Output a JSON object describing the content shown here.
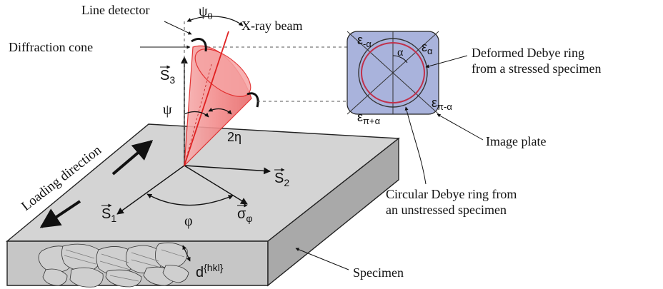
{
  "labels": {
    "line_detector": "Line detector",
    "psi0": "ψ",
    "psi0_sub": "0",
    "xray_beam": "X-ray beam",
    "diffraction_cone": "Diffraction cone",
    "s3": "S",
    "s3_sub": "3",
    "psi": "ψ",
    "two_eta": "2η",
    "loading_direction": "Loading direction",
    "s2": "S",
    "s2_sub": "2",
    "s1": "S",
    "s1_sub": "1",
    "phi": "φ",
    "sigma_phi": "σ",
    "sigma_phi_sub": "φ",
    "d_hkl": "d",
    "d_hkl_sup": "{hkl}",
    "specimen": "Specimen",
    "image_plate": "Image plate",
    "eps": "ε",
    "eps_minus_alpha_sub": "-α",
    "eps_alpha_sub": "α",
    "eps_pi_minus_alpha_sub": "π-α",
    "eps_pi_plus_alpha_sub": "π+α",
    "alpha": "α",
    "deformed_ring_line1": "Deformed Debye ring",
    "deformed_ring_line2": "from a stressed specimen",
    "circular_ring_line1": "Circular Debye ring from",
    "circular_ring_line2": "an unstressed specimen"
  },
  "colors": {
    "cone_fill": "#f28a8a",
    "cone_edge": "#e02020",
    "xray_beam": "#e02020",
    "specimen_top": "#d4d4d4",
    "specimen_front": "#c4c4c4",
    "specimen_side": "#a8a8a8",
    "image_plate": "#a9b3dc",
    "deformed_ring": "#c0304a",
    "circular_ring": "#333333"
  }
}
